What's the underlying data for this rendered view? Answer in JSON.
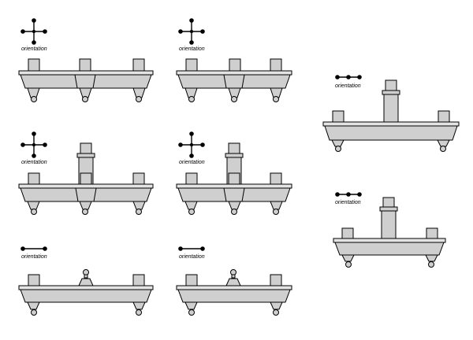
{
  "panels": [
    {
      "id": "A",
      "orientation_label": "orientation",
      "icon": "cross-orientation-icon",
      "variant": "three-legs-three-posts"
    },
    {
      "id": "B",
      "orientation_label": "orientation",
      "icon": "cross-orientation-icon",
      "variant": "three-legs-three-posts"
    },
    {
      "id": "C",
      "orientation_label": "orientation",
      "icon": "linear-three-dot-orientation-icon",
      "variant": "two-legs-tower"
    },
    {
      "id": "D",
      "orientation_label": "orientation",
      "icon": "cross-orientation-icon",
      "variant": "three-legs-tower"
    },
    {
      "id": "E",
      "orientation_label": "orientation",
      "icon": "cross-orientation-icon",
      "variant": "three-legs-tower"
    },
    {
      "id": "F",
      "orientation_label": "orientation",
      "icon": "linear-three-dot-orientation-icon",
      "variant": "two-legs-tower"
    },
    {
      "id": "G",
      "orientation_label": "orientation",
      "icon": "linear-two-dot-orientation-icon",
      "variant": "two-legs-knob"
    },
    {
      "id": "H",
      "orientation_label": "orientation",
      "icon": "linear-two-dot-orientation-icon",
      "variant": "two-legs-knob"
    }
  ],
  "colors": {
    "fill": "#cfcfcf",
    "light": "#e4e4e4",
    "stroke": "#000000",
    "background": "#ffffff"
  }
}
